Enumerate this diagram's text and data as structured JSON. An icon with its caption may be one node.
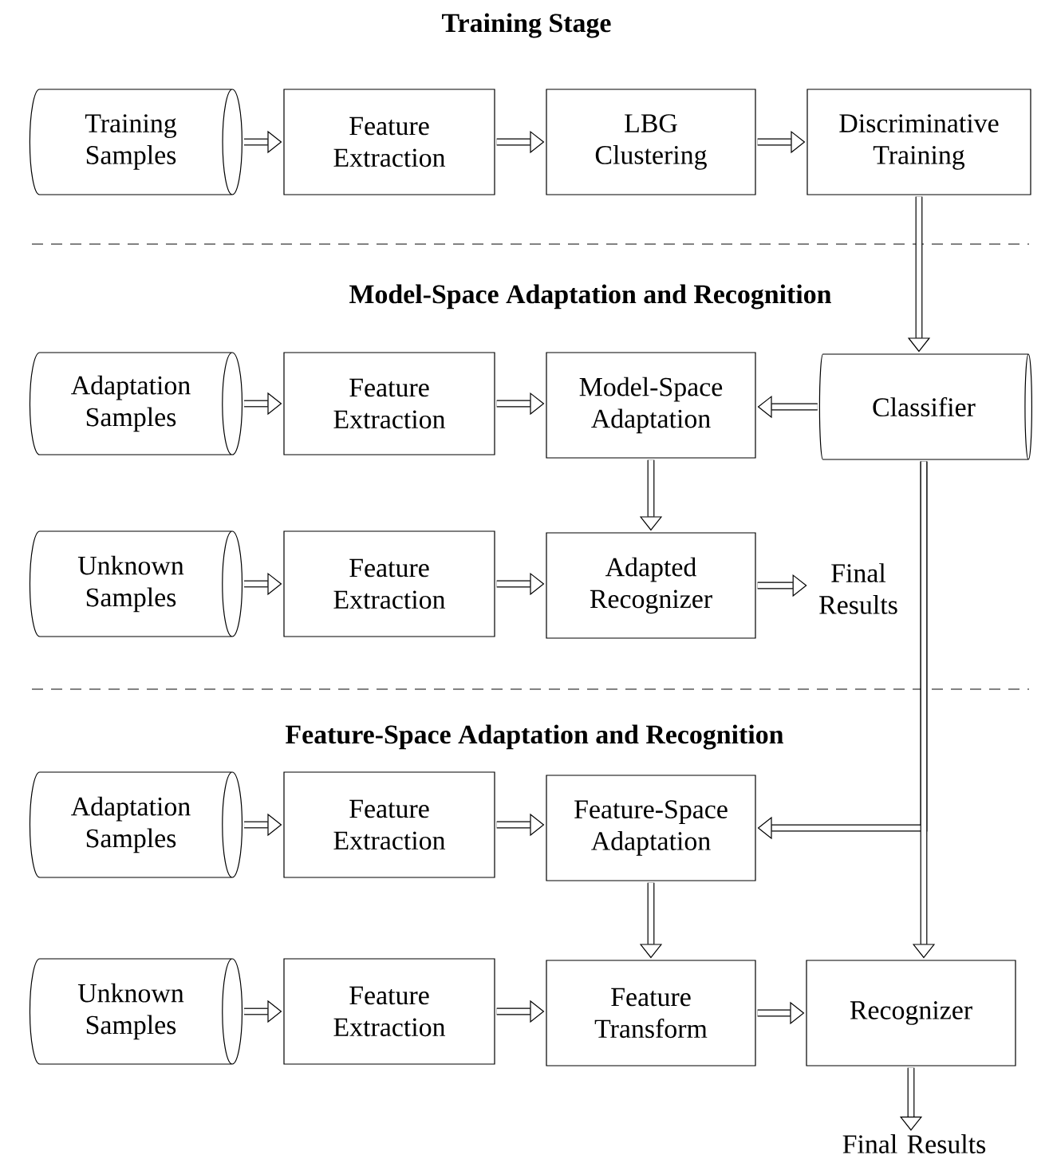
{
  "diagram": {
    "nodes": [
      {
        "text": [
          "Training Samples"
        ]
      },
      {
        "text": [
          "Feature Extraction"
        ]
      },
      {
        "text": [
          "LBG Clustering"
        ]
      },
      {
        "text": [
          "Discriminative Training"
        ]
      },
      {
        "text": [
          "Adaptation Samples"
        ]
      },
      {
        "text": [
          "Feature Extraction"
        ]
      },
      {
        "text": [
          "Model-Space Adaptation"
        ]
      },
      {
        "text": [
          "Classifier"
        ]
      },
      {
        "text": [
          "Unknown Samples"
        ]
      },
      {
        "text": [
          "Feature Extraction"
        ]
      },
      {
        "text": [
          "Adapted Recognizer"
        ]
      },
      {
        "text": [
          "Final Results"
        ]
      },
      {
        "text": [
          "Adaptation Samples"
        ]
      },
      {
        "text": [
          "Feature Extraction"
        ]
      },
      {
        "text": [
          "Feature-Space Adaptation"
        ]
      },
      {
        "text": [
          "Unknown Samples"
        ]
      },
      {
        "text": [
          "Feature Extraction"
        ]
      },
      {
        "text": [
          "Feature Transform"
        ]
      },
      {
        "text": [
          "Recognizer"
        ]
      },
      {
        "text": [
          "Final Results"
        ]
      }
    ],
    "edges": [
      {
        "from": 0,
        "to": 1,
        "arrow": "to"
      },
      {
        "from": 1,
        "to": 2,
        "arrow": "to"
      },
      {
        "from": 2,
        "to": 3,
        "arrow": "to"
      },
      {
        "from": 3,
        "to": 7,
        "arrow": "to"
      },
      {
        "from": 4,
        "to": 5,
        "arrow": "to"
      },
      {
        "from": 5,
        "to": 6,
        "arrow": "to"
      },
      {
        "from": 7,
        "to": 6,
        "arrow": "to"
      },
      {
        "from": 6,
        "to": 10,
        "arrow": "to"
      },
      {
        "from": 8,
        "to": 9,
        "arrow": "to"
      },
      {
        "from": 9,
        "to": 10,
        "arrow": "to"
      },
      {
        "from": 10,
        "to": 11,
        "arrow": "to"
      },
      {
        "from": 7,
        "to": 14,
        "arrow": "to"
      },
      {
        "from": 7,
        "to": 18,
        "arrow": "to"
      },
      {
        "from": 12,
        "to": 13,
        "arrow": "to"
      },
      {
        "from": 13,
        "to": 14,
        "arrow": "to"
      },
      {
        "from": 14,
        "to": 17,
        "arrow": "to"
      },
      {
        "from": 15,
        "to": 16,
        "arrow": "to"
      },
      {
        "from": 16,
        "to": 17,
        "arrow": "to"
      },
      {
        "from": 17,
        "to": 18,
        "arrow": "to"
      },
      {
        "from": 18,
        "to": 19,
        "arrow": "to"
      }
    ],
    "labels": [
      "Training Stage",
      "Model-Space Adaptation and Recognition",
      "Feature-Space Adaptation and Recognition"
    ]
  }
}
